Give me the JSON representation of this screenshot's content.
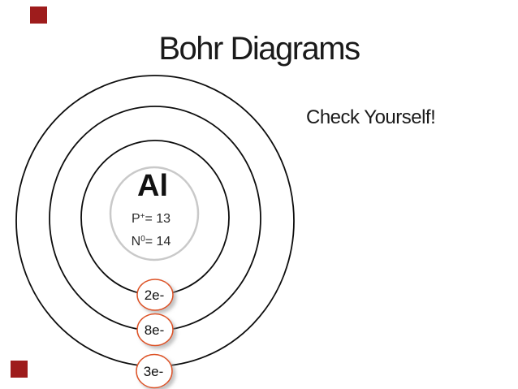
{
  "slide": {
    "title": "Bohr Diagrams",
    "callout": "Check Yourself!"
  },
  "atom": {
    "symbol": "Al",
    "protons": {
      "base": "P",
      "sup": "+",
      "rest": "= 13"
    },
    "neutrons": {
      "base": "N",
      "sup": "0",
      "rest": "= 14"
    },
    "shells": [
      {
        "name": "shell-1",
        "electrons_label": "2e-"
      },
      {
        "name": "shell-2",
        "electrons_label": "8e-"
      },
      {
        "name": "shell-3",
        "electrons_label": "3e-"
      }
    ]
  },
  "colors": {
    "background": "#ffffff",
    "text": "#1a1a1a",
    "shell_stroke": "#0d0d0d",
    "nucleus_ring": "#c9c9c9",
    "electron_bubble_stroke": "#dd5227",
    "electron_bubble_fill": "#ffffff",
    "corner_accent": "#9e1c1c"
  }
}
